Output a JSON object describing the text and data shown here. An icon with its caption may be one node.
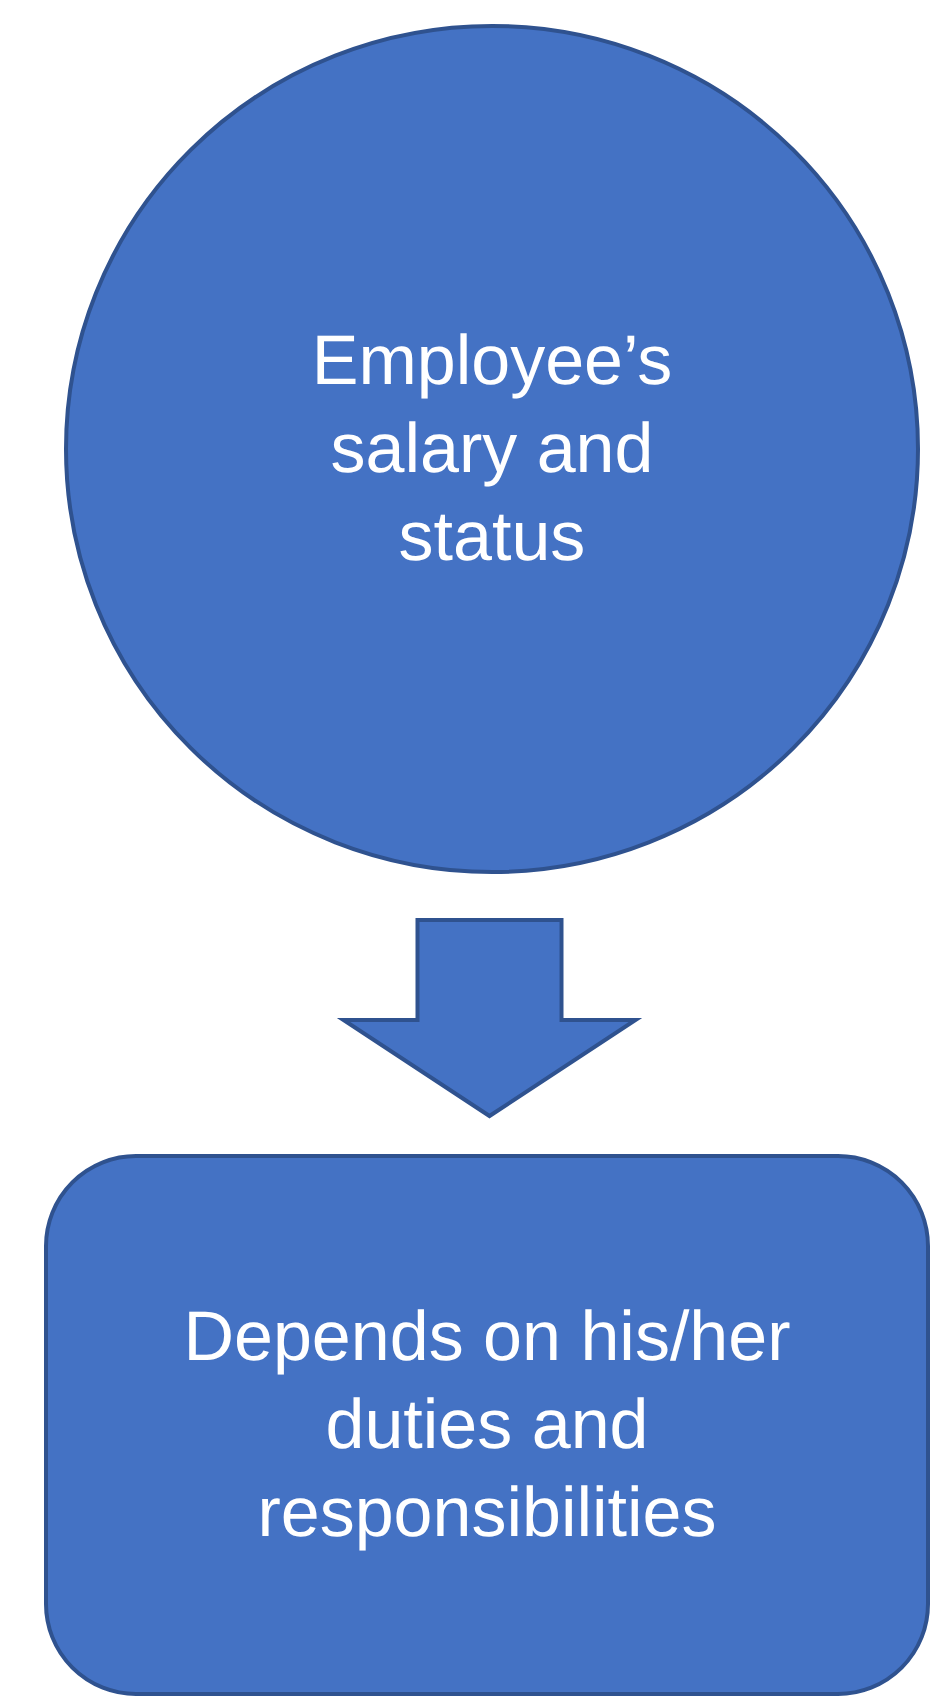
{
  "diagram": {
    "nodes": [
      {
        "text": [
          "Employee’s salary and status"
        ]
      },
      {
        "text": [
          "Depends on his/her duties and responsibilities"
        ]
      }
    ],
    "edges": [
      {
        "from": 0,
        "to": 1,
        "arrow": "to"
      }
    ]
  }
}
